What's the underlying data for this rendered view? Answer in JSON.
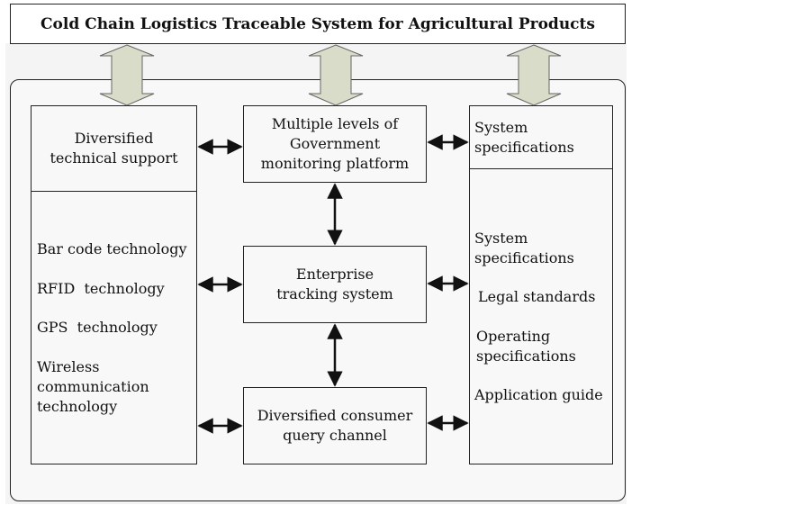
{
  "title": "Cold Chain Logistics Traceable System for Agricultural Products",
  "left_panel": {
    "header": "Diversified technical support",
    "items": [
      "Bar code technology",
      "RFID  technology",
      "GPS  technology",
      "Wireless communication technology"
    ]
  },
  "center": {
    "top": "Multiple levels of Government monitoring platform",
    "middle": "Enterprise tracking system",
    "bottom": "Diversified consumer query channel"
  },
  "right_panel": {
    "header": "System specifications",
    "items": [
      "System specifications",
      "Legal standards",
      "Operating specifications",
      "Application guide"
    ]
  },
  "colors": {
    "block_arrow_fill": "#d8dcc8",
    "line": "#111111"
  }
}
